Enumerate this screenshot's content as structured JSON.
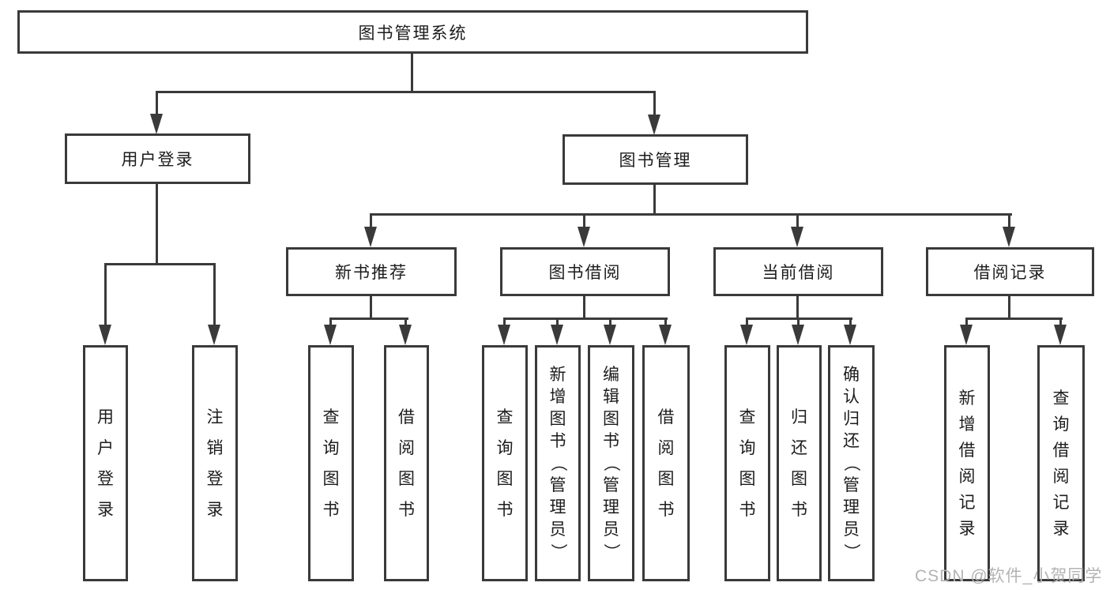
{
  "diagram": {
    "line_color": "#3a3a3a",
    "box_border_color": "#3a3a3a",
    "box_bg_color": "#ffffff",
    "text_color": "#1c1c1c",
    "nodes": {
      "root": {
        "label": "图书管理系统"
      },
      "user_login_branch": {
        "label": "用户登录",
        "children": [
          "用户登录",
          "注销登录"
        ]
      },
      "book_mgmt_branch": {
        "label": "图书管理",
        "children": [
          {
            "label": "新书推荐",
            "children": [
              "查询图书",
              "借阅图书"
            ]
          },
          {
            "label": "图书借阅",
            "children": [
              "查询图书",
              "新增图书（管理员）",
              "编辑图书（管理员）",
              "借阅图书"
            ]
          },
          {
            "label": "当前借阅",
            "children": [
              "查询图书",
              "归还图书",
              "确认归还（管理员）"
            ]
          },
          {
            "label": "借阅记录",
            "children": [
              "新增借阅记录",
              "查询借阅记录"
            ]
          }
        ]
      }
    }
  },
  "watermark": {
    "text": "CSDN @软件_小贺同学",
    "color": "#b3b3b3"
  }
}
